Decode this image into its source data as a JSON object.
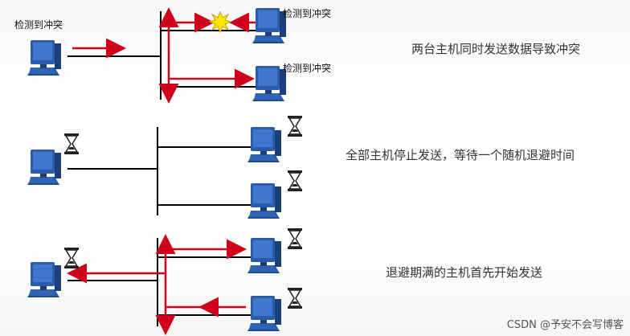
{
  "labels": {
    "detect": "检测到冲突"
  },
  "captions": {
    "step1": "两台主机同时发送数据导致冲突",
    "step2": "全部主机停止发送，等待一个随机退避时间",
    "step3": "退避期满的主机首先开始发送"
  },
  "watermark": "CSDN @予安不会写博客",
  "colors": {
    "signal": "#d0021b",
    "line": "#000000",
    "host": "#2a5caa"
  },
  "icons": [
    "computer-icon",
    "hourglass-icon",
    "collision-burst-icon"
  ]
}
